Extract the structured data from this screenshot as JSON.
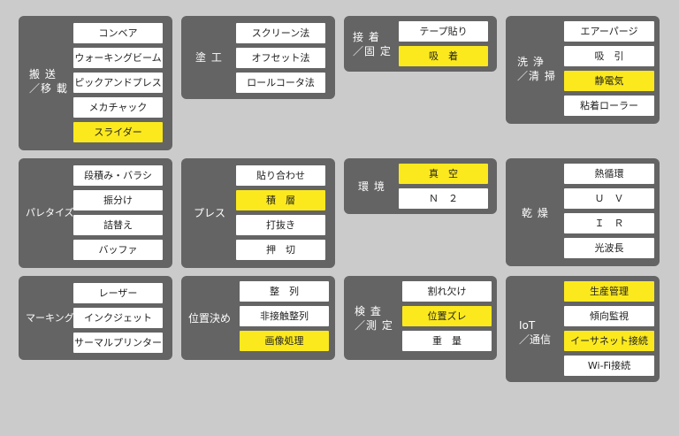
{
  "colors": {
    "background": "#cbcbcb",
    "panel": "#646464",
    "button": "#ffffff",
    "button_active": "#fbe91e",
    "label_text": "#ffffff"
  },
  "panels": [
    {
      "label": "搬 送\n／移 載",
      "items": [
        {
          "label": "コンベア",
          "active": false
        },
        {
          "label": "ウォーキングビーム",
          "active": false
        },
        {
          "label": "ピックアンドプレス",
          "active": false
        },
        {
          "label": "メカチャック",
          "active": false
        },
        {
          "label": "スライダー",
          "active": true
        }
      ]
    },
    {
      "label": "塗 工",
      "items": [
        {
          "label": "スクリーン法",
          "active": false
        },
        {
          "label": "オフセット法",
          "active": false
        },
        {
          "label": "ロールコータ法",
          "active": false
        }
      ]
    },
    {
      "label": "接 着\n／固 定",
      "items": [
        {
          "label": "テープ貼り",
          "active": false
        },
        {
          "label": "吸　着",
          "active": true
        }
      ]
    },
    {
      "label": "洗 浄\n／清 掃",
      "items": [
        {
          "label": "エアーパージ",
          "active": false
        },
        {
          "label": "吸　引",
          "active": false
        },
        {
          "label": "静電気",
          "active": true
        },
        {
          "label": "粘着ローラー",
          "active": false
        }
      ]
    },
    {
      "label": "パレタイズ",
      "items": [
        {
          "label": "段積み・バラシ",
          "active": false
        },
        {
          "label": "振分け",
          "active": false
        },
        {
          "label": "詰替え",
          "active": false
        },
        {
          "label": "バッファ",
          "active": false
        }
      ]
    },
    {
      "label": "プレス",
      "items": [
        {
          "label": "貼り合わせ",
          "active": false
        },
        {
          "label": "積　層",
          "active": true
        },
        {
          "label": "打抜き",
          "active": false
        },
        {
          "label": "押　切",
          "active": false
        }
      ]
    },
    {
      "label": "環 境",
      "items": [
        {
          "label": "真　空",
          "active": true
        },
        {
          "label": "Ｎ　２",
          "active": false
        }
      ]
    },
    {
      "label": "乾 燥",
      "items": [
        {
          "label": "熱循環",
          "active": false
        },
        {
          "label": "Ｕ　Ｖ",
          "active": false
        },
        {
          "label": "Ｉ　Ｒ",
          "active": false
        },
        {
          "label": "光波長",
          "active": false
        }
      ]
    },
    {
      "label": "マーキング",
      "items": [
        {
          "label": "レーザー",
          "active": false
        },
        {
          "label": "インクジェット",
          "active": false
        },
        {
          "label": "サーマルプリンター",
          "active": false
        }
      ]
    },
    {
      "label": "位置決め",
      "items": [
        {
          "label": "整　列",
          "active": false
        },
        {
          "label": "非接触整列",
          "active": false
        },
        {
          "label": "画像処理",
          "active": true
        }
      ]
    },
    {
      "label": "検 査\n／測 定",
      "items": [
        {
          "label": "割れ欠け",
          "active": false
        },
        {
          "label": "位置ズレ",
          "active": true
        },
        {
          "label": "重　量",
          "active": false
        }
      ]
    },
    {
      "label": "IoT\n／通信",
      "items": [
        {
          "label": "生産管理",
          "active": true
        },
        {
          "label": "傾向監視",
          "active": false
        },
        {
          "label": "イーサネット接続",
          "active": true
        },
        {
          "label": "Wi-Fi接続",
          "active": false
        }
      ]
    }
  ]
}
